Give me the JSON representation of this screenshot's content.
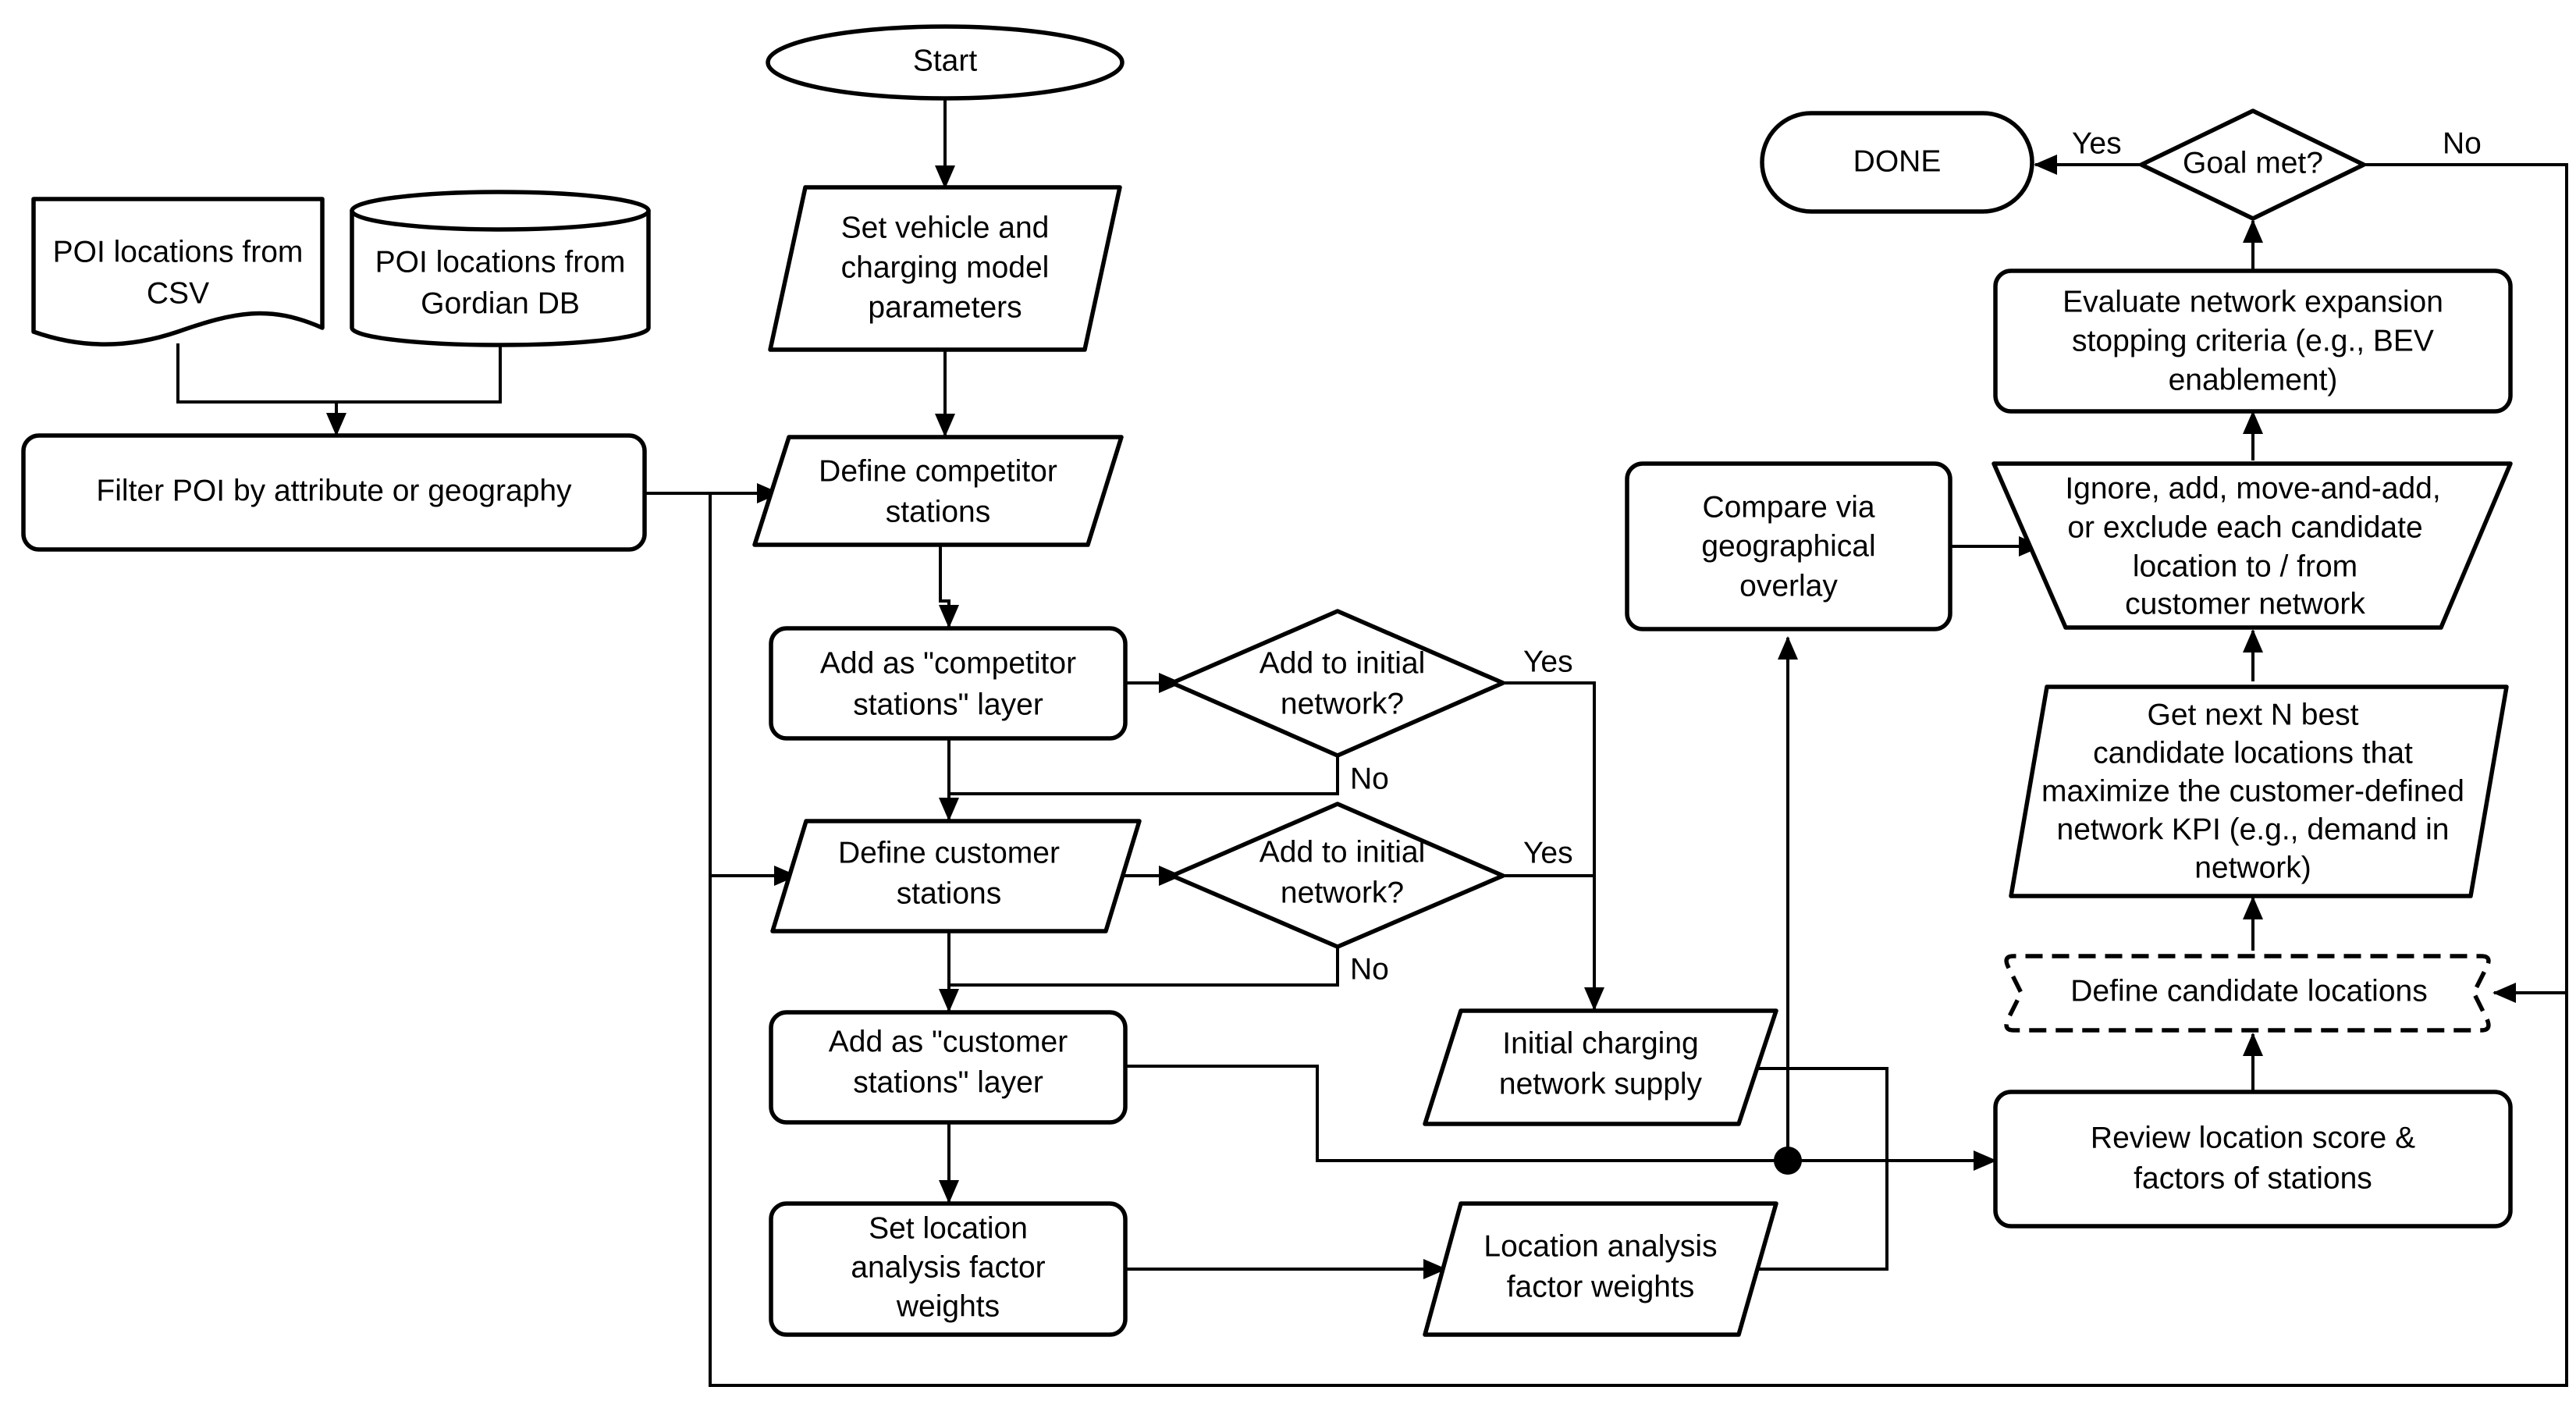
{
  "nodes": {
    "start": "Start",
    "set_vehicle": [
      "Set vehicle and",
      "charging model",
      "parameters"
    ],
    "poi_csv": [
      "POI locations from",
      "CSV"
    ],
    "poi_db": [
      "POI locations from",
      "Gordian DB"
    ],
    "filter_poi": "Filter POI by attribute or geography",
    "define_competitor": [
      "Define competitor",
      "stations"
    ],
    "add_competitor_layer": [
      "Add as \"competitor",
      "stations\" layer"
    ],
    "decision_competitor": [
      "Add to initial",
      "network?"
    ],
    "define_customer": [
      "Define customer",
      "stations"
    ],
    "decision_customer": [
      "Add to initial",
      "network?"
    ],
    "add_customer_layer": [
      "Add as \"customer",
      "stations\" layer"
    ],
    "set_location_weights": [
      "Set location",
      "analysis factor",
      "weights"
    ],
    "location_weights": [
      "Location analysis",
      "factor weights"
    ],
    "initial_supply": [
      "Initial charging",
      "network supply"
    ],
    "compare_overlay": [
      "Compare via",
      "geographical",
      "overlay"
    ],
    "review_score": [
      "Review location score &",
      "factors of stations"
    ],
    "define_candidates": "Define candidate locations",
    "get_next_best": [
      "Get next N best",
      "candidate locations that",
      "maximize the customer-defined",
      "network KPI (e.g., demand in",
      "network)"
    ],
    "ignore_add": [
      "Ignore, add, move-and-add,",
      "or exclude each candidate",
      "location to / from",
      "customer network"
    ],
    "evaluate_criteria": [
      "Evaluate network expansion",
      "stopping criteria (e.g., BEV",
      "enablement)"
    ],
    "goal_met": "Goal met?",
    "done": "DONE"
  },
  "edge_labels": {
    "yes_competitor": "Yes",
    "no_competitor": "No",
    "yes_customer": "Yes",
    "no_customer": "No",
    "yes_goal": "Yes",
    "no_goal": "No"
  }
}
